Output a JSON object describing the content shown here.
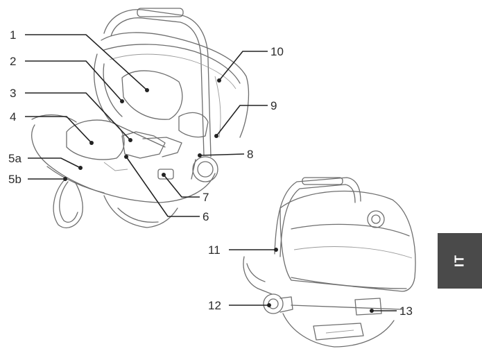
{
  "callouts": [
    {
      "id": "1",
      "label": "1"
    },
    {
      "id": "2",
      "label": "2"
    },
    {
      "id": "3",
      "label": "3"
    },
    {
      "id": "4",
      "label": "4"
    },
    {
      "id": "5a",
      "label": "5a"
    },
    {
      "id": "5b",
      "label": "5b"
    },
    {
      "id": "6",
      "label": "6"
    },
    {
      "id": "7",
      "label": "7"
    },
    {
      "id": "8",
      "label": "8"
    },
    {
      "id": "9",
      "label": "9"
    },
    {
      "id": "10",
      "label": "10"
    },
    {
      "id": "11",
      "label": "11"
    },
    {
      "id": "12",
      "label": "12"
    },
    {
      "id": "13",
      "label": "13"
    }
  ],
  "language_tab": {
    "label": "IT",
    "color": "#4a4a4a"
  },
  "colors": {
    "outline": "#6e6e6e",
    "leader": "#222222",
    "text": "#2b2b2b"
  },
  "figures": [
    "car-seat-front-view",
    "car-seat-rear-view"
  ]
}
